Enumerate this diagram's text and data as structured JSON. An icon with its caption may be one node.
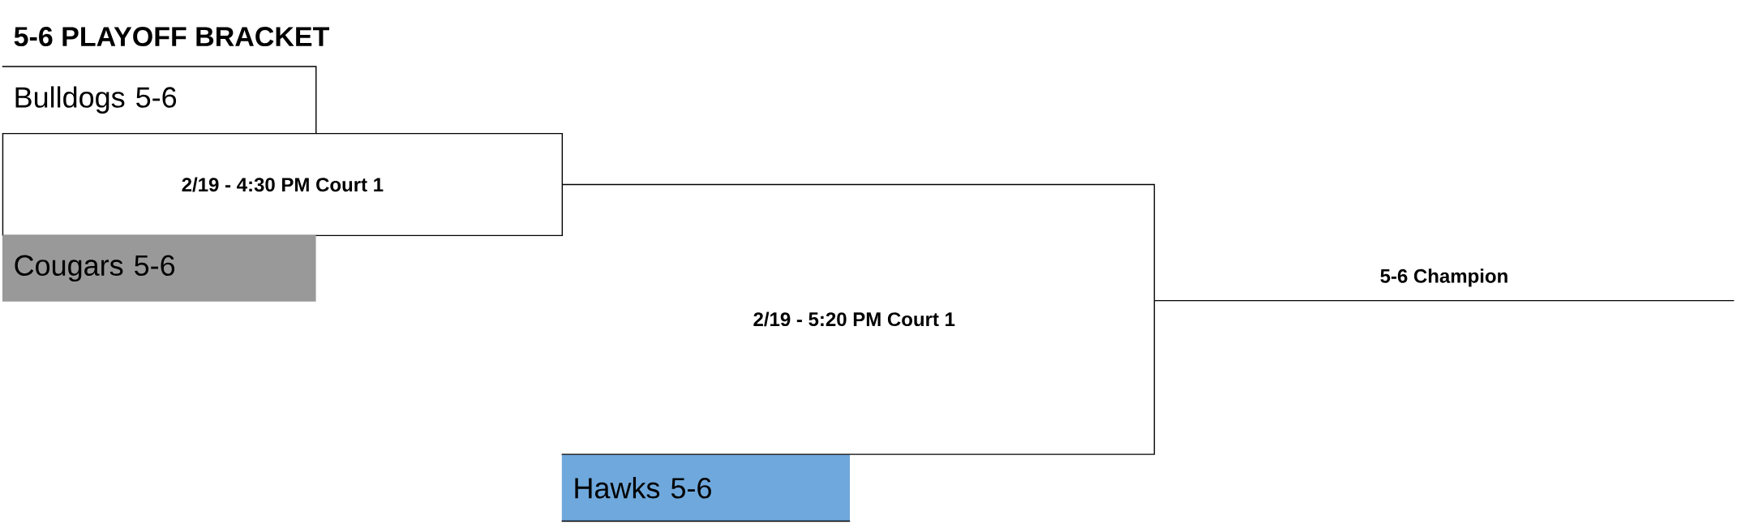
{
  "diagram": {
    "title": "5-6 PLAYOFF BRACKET",
    "nodes": [
      {
        "text": [
          "Bulldogs 5-6"
        ]
      },
      {
        "text": [
          "2/19 - 4:30 PM Court 1"
        ]
      },
      {
        "text": [
          "Cougars 5-6"
        ]
      },
      {
        "text": [
          "Hawks 5-6"
        ]
      },
      {
        "text": [
          "5-6 Champion"
        ]
      }
    ],
    "edges": [
      {
        "from": 1,
        "to": 4,
        "arrow": "none"
      },
      {
        "from": 3,
        "to": 4,
        "arrow": "none"
      }
    ],
    "labels": [
      "2/19 - 5:20 PM Court 1"
    ]
  }
}
